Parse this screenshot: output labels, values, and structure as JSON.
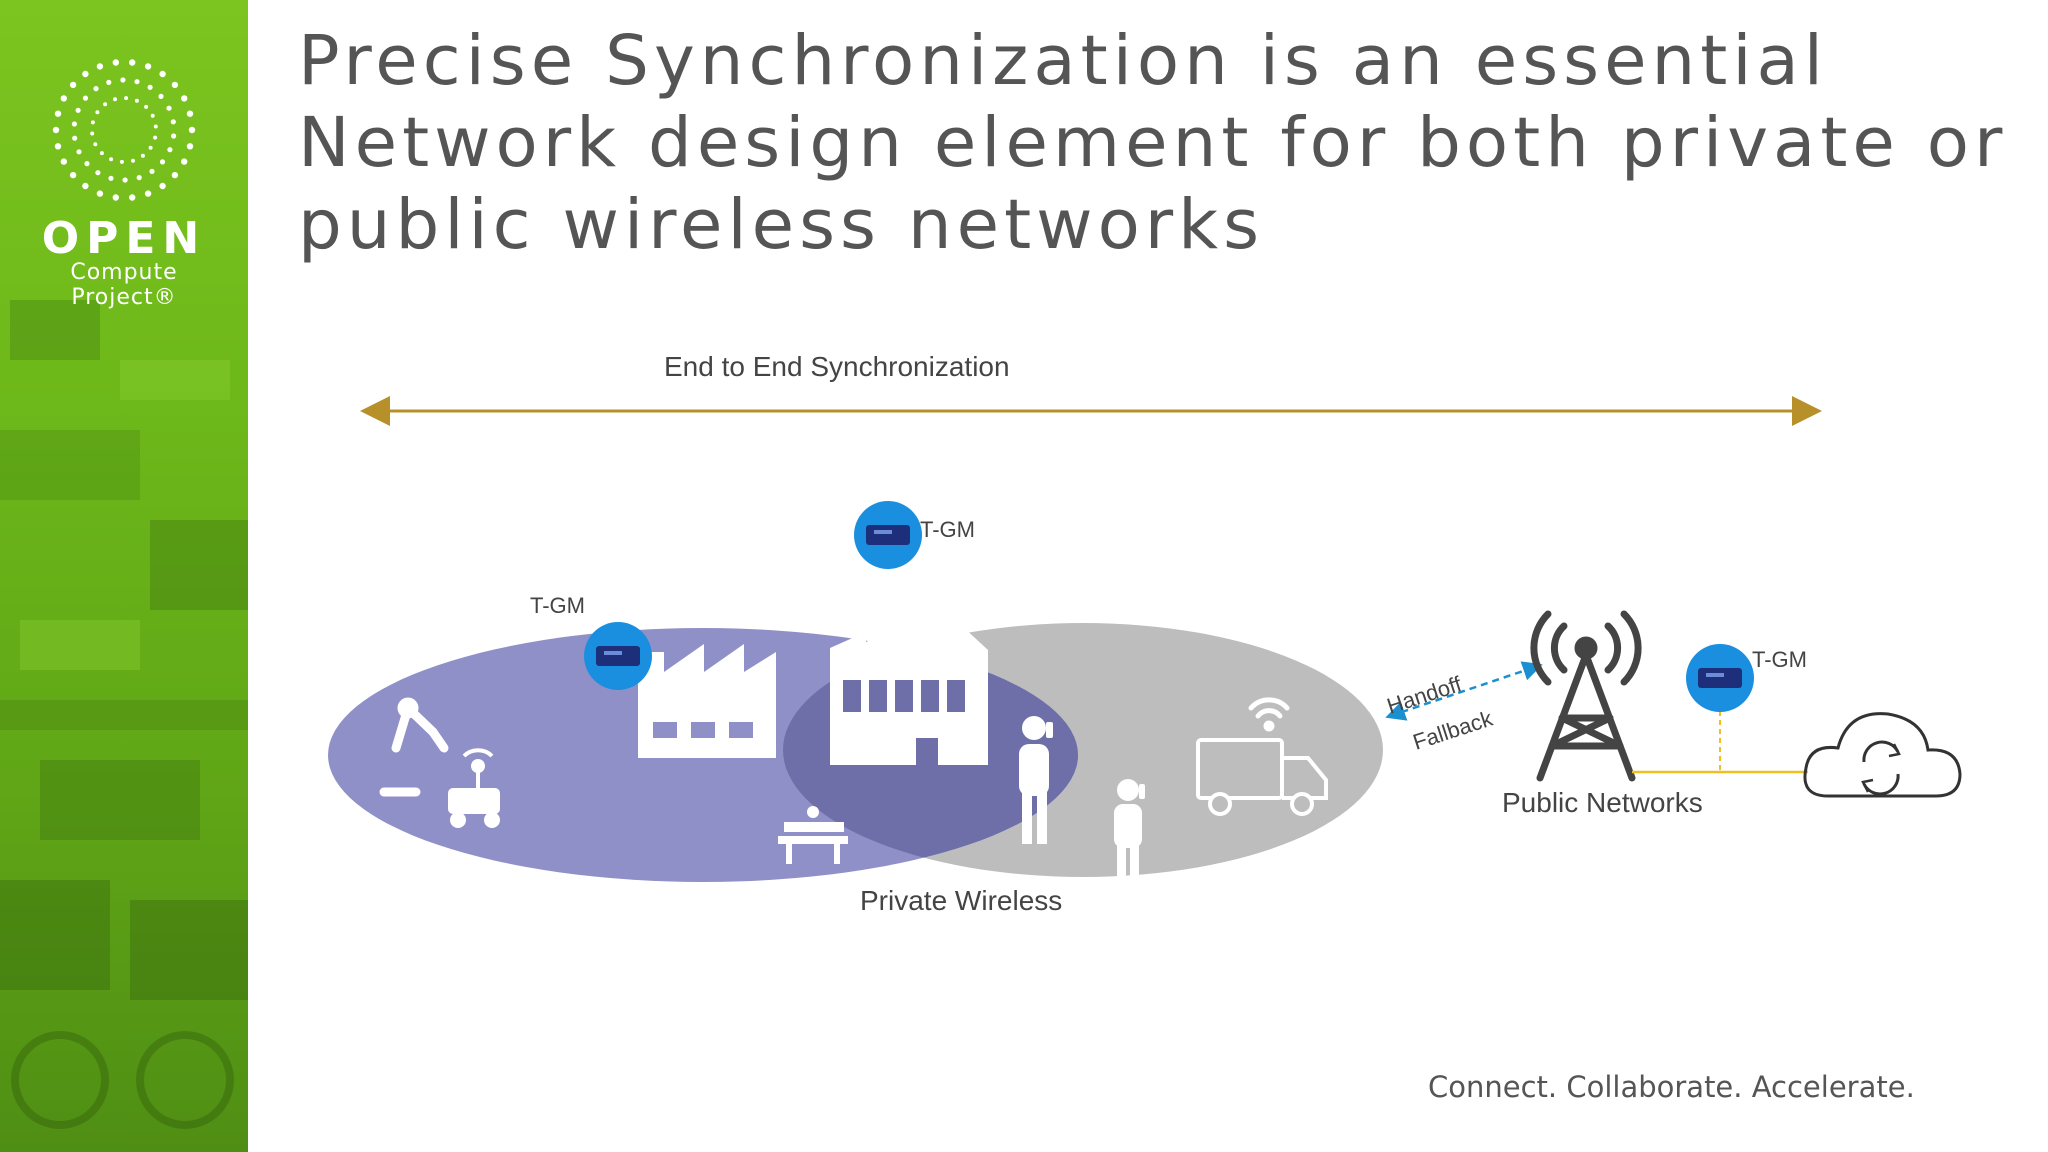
{
  "title": "Precise Synchronization is an essential Network design element for both private or public wireless networks",
  "logo": {
    "word1": "OPEN",
    "word2": "Compute",
    "word3": "Project®"
  },
  "diagram": {
    "span_label": "End to End Synchronization",
    "tgm_label": "T-GM",
    "private_label": "Private Wireless",
    "public_label": "Public Networks",
    "handoff_label": "Handoff",
    "fallback_label": "Fallback"
  },
  "tagline": "Connect. Collaborate. Accelerate.",
  "colors": {
    "brand_green": "#6db81a",
    "private_ellipse": "#9090c8",
    "overlap": "#6e6ea8",
    "public_ellipse": "#bdbdbd",
    "sync_arrow": "#b8902a",
    "tgm_blue": "#1a8fdf",
    "link_yellow": "#f0c020",
    "handoff_dash": "#1a90d0",
    "title_text": "#555555"
  },
  "icons": [
    "open-compute-logo-icon",
    "robot-arm-icon",
    "delivery-robot-icon",
    "factory-icon",
    "office-building-icon",
    "bench-icon",
    "person-phone-icon",
    "truck-icon",
    "wifi-icon",
    "cell-tower-icon",
    "cloud-sync-icon",
    "grandmaster-device-icon"
  ]
}
